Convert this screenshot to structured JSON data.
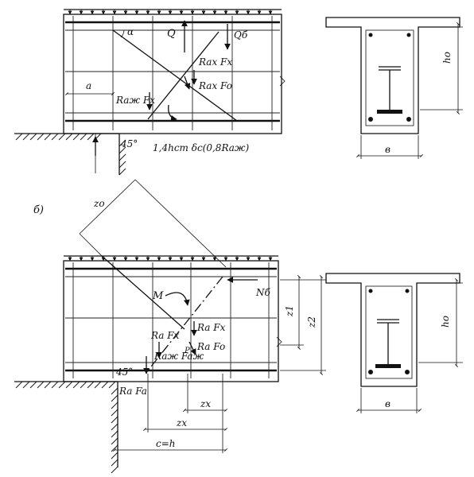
{
  "diagram_a": {
    "labels": {
      "alpha": "α",
      "Q": "Q",
      "Q_b": "Qб",
      "Rax_Fx": "Rax Fx",
      "Rax_Fo": "Rax Fo",
      "Razh_Fx": "Raж Fx",
      "a": "a",
      "angle_45": "45°",
      "formula": "1,4hст δc(0,8Raж)",
      "h_o": "hо",
      "b": "в"
    }
  },
  "diagram_b": {
    "section_label": "б)",
    "labels": {
      "z_o": "zо",
      "M": "M",
      "N_b": "Nб",
      "z1": "z1",
      "z2": "z2",
      "Ra_Fx_left": "Ra Fx",
      "Ra_Fx_right": "Ra Fx",
      "Ra_Fo": "Ra Fo",
      "Razh_Fazh": "Raж Faж",
      "P": "P",
      "angle_45": "45°",
      "Ra_Fa": "Ra Fa",
      "z_x_small": "zx",
      "z_x": "zx",
      "c_eq_h": "c=h",
      "h_o": "hо",
      "b": "в"
    }
  }
}
